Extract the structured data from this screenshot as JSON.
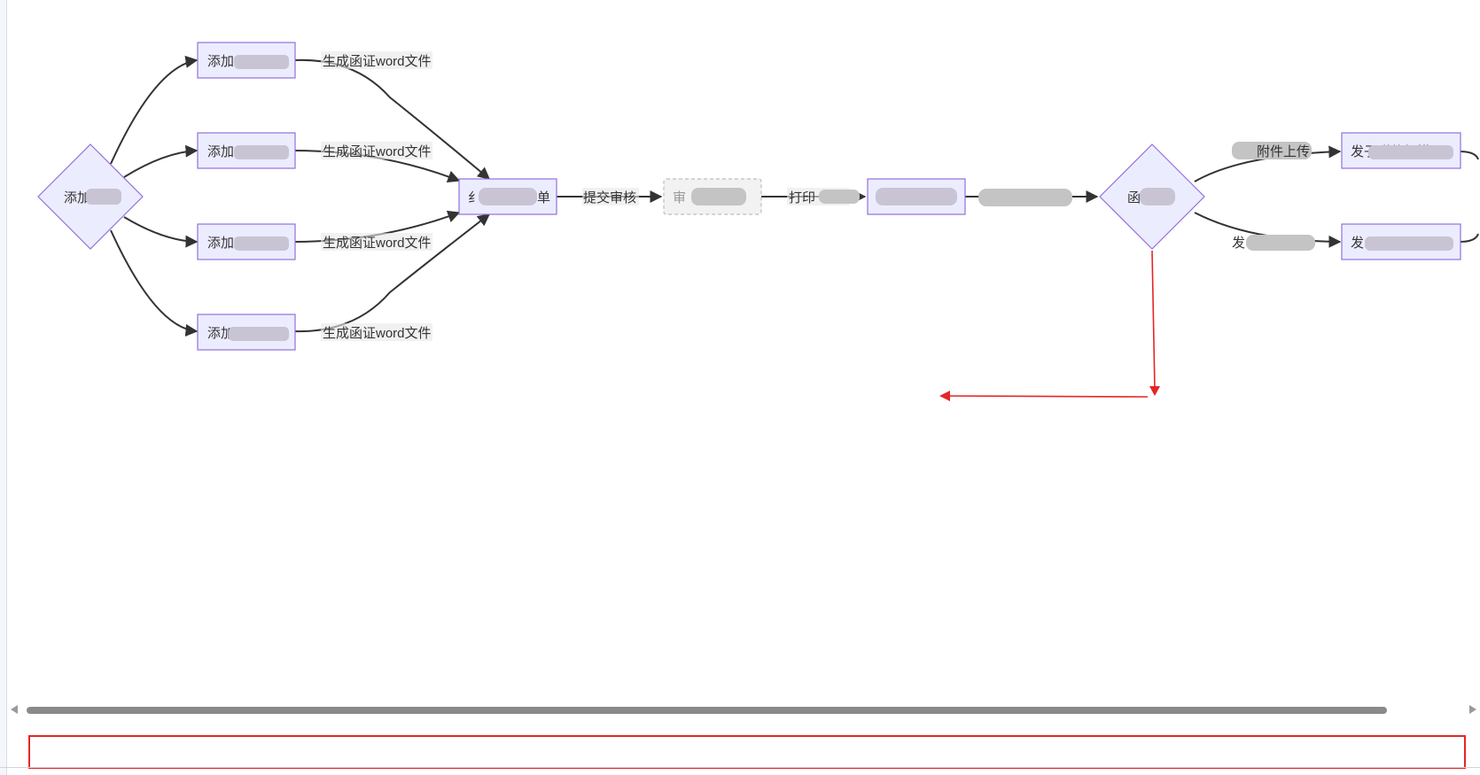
{
  "diagram": {
    "nodes": {
      "start_decision": "添加",
      "add_1": "添加",
      "add_2": "添加",
      "add_3": "添加",
      "add_4": "添加",
      "merge": "纟",
      "merge_tail": "单",
      "review": "审",
      "print_target": "",
      "decision_2": "函",
      "attach_1": "发子附件扫描",
      "attach_2": "发"
    },
    "edge_labels": {
      "gen_1": "生成函证word文件",
      "gen_2": "生成函证word文件",
      "gen_3": "生成函证word文件",
      "gen_4": "生成函证word文件",
      "submit": "提交审核",
      "print": "打印",
      "branch_1": "附件上传",
      "branch_2": "发"
    }
  },
  "colors": {
    "node_fill": "#ececff",
    "node_stroke": "#9370db",
    "annotation": "#e52626"
  },
  "scrollbar": {
    "left_arrow": "scroll-left-icon",
    "right_arrow": "scroll-right-icon"
  }
}
